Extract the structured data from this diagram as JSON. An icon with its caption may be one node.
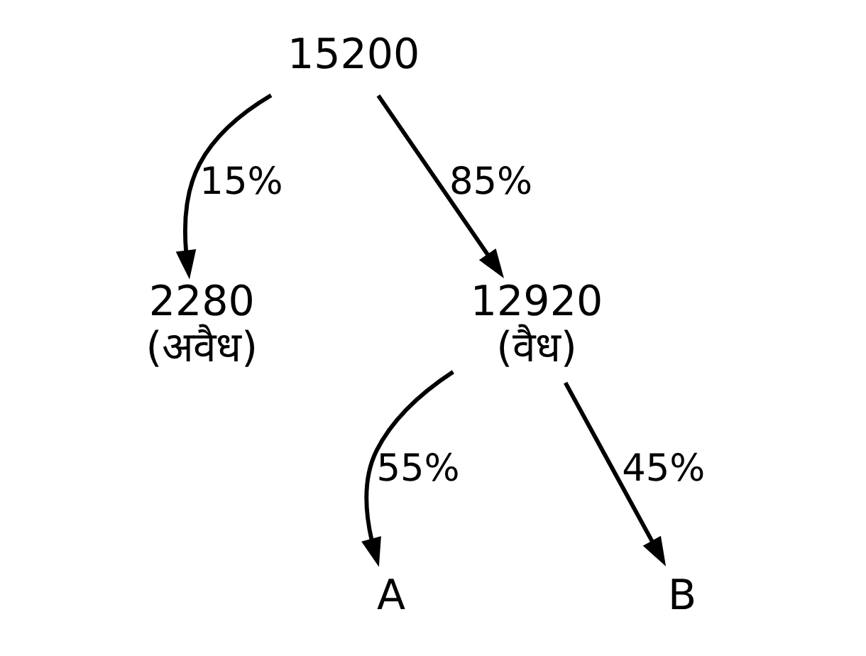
{
  "diagram": {
    "nodes": [
      {
        "text": [
          "15200"
        ]
      },
      {
        "text": [
          "2280",
          "(अवैध)"
        ]
      },
      {
        "text": [
          "12920",
          "(वैध)"
        ]
      },
      {
        "text": [
          "A"
        ]
      },
      {
        "text": [
          "B"
        ]
      }
    ],
    "edges": [
      {
        "from": 0,
        "to": 1,
        "arrow": "to",
        "label": "15%"
      },
      {
        "from": 0,
        "to": 2,
        "arrow": "to",
        "label": "85%"
      },
      {
        "from": 2,
        "to": 3,
        "arrow": "to",
        "label": "55%"
      },
      {
        "from": 2,
        "to": 4,
        "arrow": "to",
        "label": "45%"
      }
    ]
  }
}
